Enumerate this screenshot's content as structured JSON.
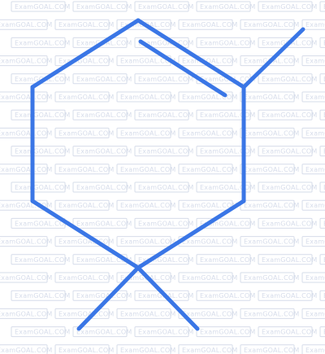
{
  "watermark": {
    "text": "ExamGOAL.COM",
    "color": "#d6dcea"
  },
  "molecule": {
    "stroke_color": "#3a76e6",
    "bonds": [
      {
        "name": "ring-bond-top-left"
      },
      {
        "name": "ring-bond-top-right"
      },
      {
        "name": "double-bond-inner-line"
      },
      {
        "name": "ring-bond-right"
      },
      {
        "name": "ring-bond-bottom-right"
      },
      {
        "name": "ring-bond-bottom-left"
      },
      {
        "name": "ring-bond-left"
      },
      {
        "name": "methyl-bond-top-right"
      },
      {
        "name": "methyl-bond-bottom-left"
      },
      {
        "name": "methyl-bond-bottom-right"
      }
    ]
  }
}
